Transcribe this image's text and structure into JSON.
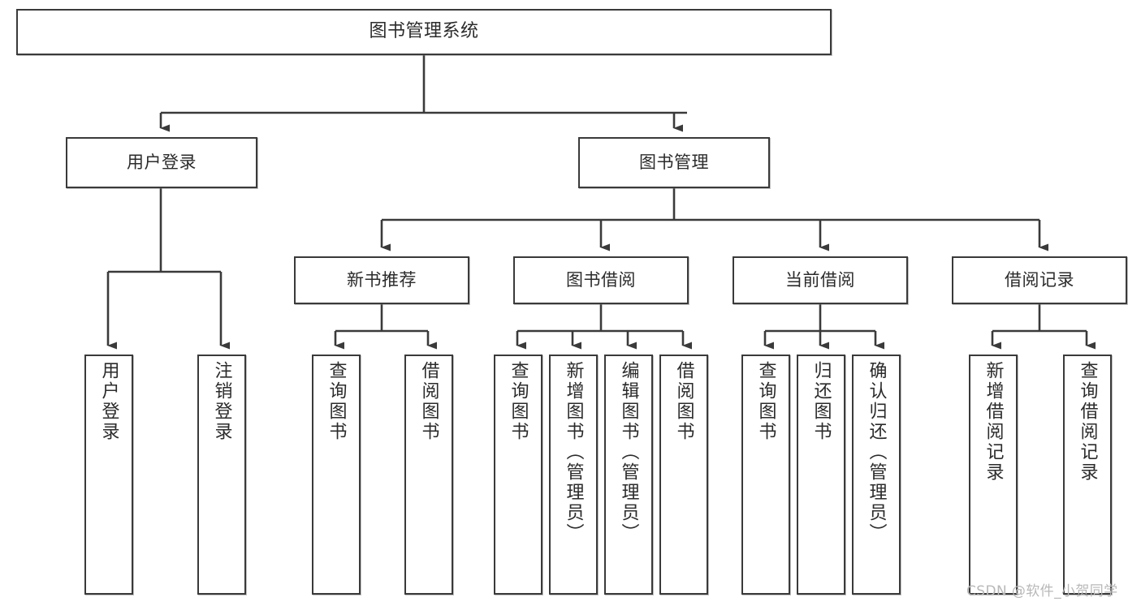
{
  "diagram": {
    "type": "tree",
    "title": "图书管理系统",
    "orientation": "top-down",
    "edge_style": "orthogonal-arrow",
    "colors": {
      "stroke": "#3a3a3a",
      "fill": "#ffffff",
      "text": "#2b2b2b",
      "watermark": "#b8b8b8"
    },
    "watermark": "CSDN @软件_小贺同学",
    "nodes": {
      "root": {
        "label": "图书管理系统"
      },
      "level2": [
        {
          "label": "用户登录"
        },
        {
          "label": "图书管理"
        }
      ],
      "level3": [
        {
          "label": "新书推荐"
        },
        {
          "label": "图书借阅"
        },
        {
          "label": "当前借阅"
        },
        {
          "label": "借阅记录"
        }
      ],
      "leaves": {
        "user_login": [
          {
            "label": "用户登录"
          },
          {
            "label": "注销登录"
          }
        ],
        "new_book_recommend": [
          {
            "label": "查询图书"
          },
          {
            "label": "借阅图书"
          }
        ],
        "book_borrow": [
          {
            "label": "查询图书"
          },
          {
            "label": "新增图书（管理员）"
          },
          {
            "label": "编辑图书（管理员）"
          },
          {
            "label": "借阅图书"
          }
        ],
        "current_borrow": [
          {
            "label": "查询图书"
          },
          {
            "label": "归还图书"
          },
          {
            "label": "确认归还（管理员）"
          }
        ],
        "borrow_records": [
          {
            "label": "新增借阅记录"
          },
          {
            "label": "查询借阅记录"
          }
        ]
      }
    }
  }
}
